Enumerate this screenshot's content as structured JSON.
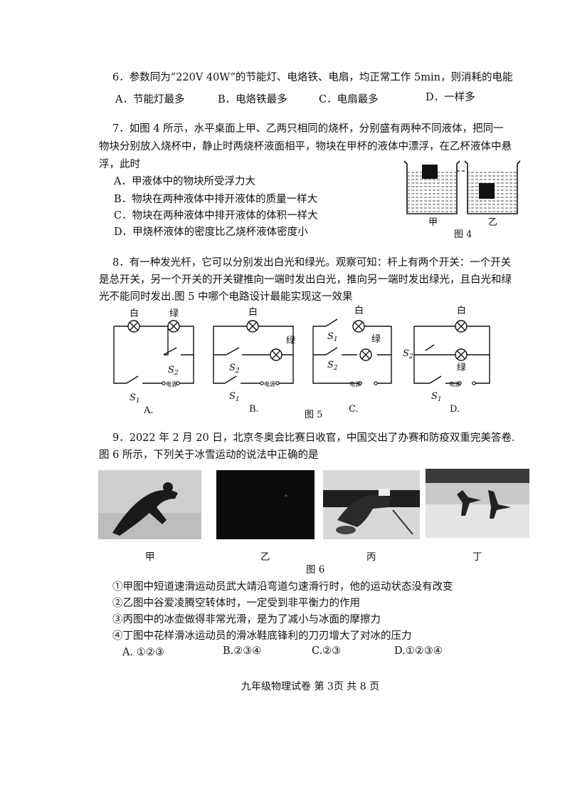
{
  "q6": {
    "line1": "6．参数同为“220V 40W”的节能灯、电烙铁、电扇，均正常工作 5min，则消耗的电能",
    "options": [
      "A．节能灯最多",
      "B．电烙铁最多",
      "C．电扇最多",
      "D．一样多"
    ]
  },
  "q7": {
    "line1": "7．如图 4 所示，水平桌面上甲、乙两只相同的烧杯，分别盛有两种不同液体，把同一",
    "line2": "物块分别放入烧杯中，静止时两烧杯液面相平，物块在甲杯的液体中漂浮，在乙杯液体中悬",
    "line3": "浮，此时",
    "options": [
      "A．甲液体中的物块所受浮力大",
      "B．物块在两种液体中排开液体的质量一样大",
      "C．物块在两种液体中排开液体的体积一样大",
      "D．甲烧杯液体的密度比乙烧杯液体密度小"
    ],
    "fig": {
      "label_left": "甲",
      "label_right": "乙",
      "caption": "图 4"
    }
  },
  "q8": {
    "line1": "8．有一种发光杆，它可以分别发出白光和绿光。观察可知：杆上有两个开关：一个开关",
    "line2": "是总开关，另一个开关的开关键推向一端时发出白光，推向另一端时发出绿光，且白光和绿",
    "line3": "光不能同时发出.图 5 中哪个电路设计最能实现这一效果",
    "fig": {
      "white": "白",
      "green": "绿",
      "power": "电源",
      "s1": "S",
      "s2": "S",
      "sub1": "1",
      "sub2": "2",
      "letters": [
        "A.",
        "B.",
        "C.",
        "D."
      ],
      "caption": "图 5"
    }
  },
  "q9": {
    "line1": "9．2022 年 2 月 20 日，北京冬奥会比赛日收官，中国交出了办赛和防疫双重完美答卷.",
    "line2": "图 6 所示，下列关于冰雪运动的说法中正确的是",
    "photo_labels": [
      "甲",
      "乙",
      "丙",
      "丁"
    ],
    "caption": "图 6",
    "statements": [
      "①甲图中短道速滑运动员武大靖沿弯道匀速滑行时，他的运动状态没有改变",
      "②乙图中谷爱凌腾空转体时，一定受到非平衡力的作用",
      "③丙图中的冰壶做得非常光滑，是为了减小与冰面的摩擦力",
      "④丁图中花样滑冰运动员的滑冰鞋底锋利的刀刃增大了对冰的压力"
    ],
    "options": [
      "A. ①②③",
      "B.②③④",
      "C.②③",
      "D.①②③④"
    ]
  },
  "footer": "九年级物理试卷 第 3页 共 8 页"
}
